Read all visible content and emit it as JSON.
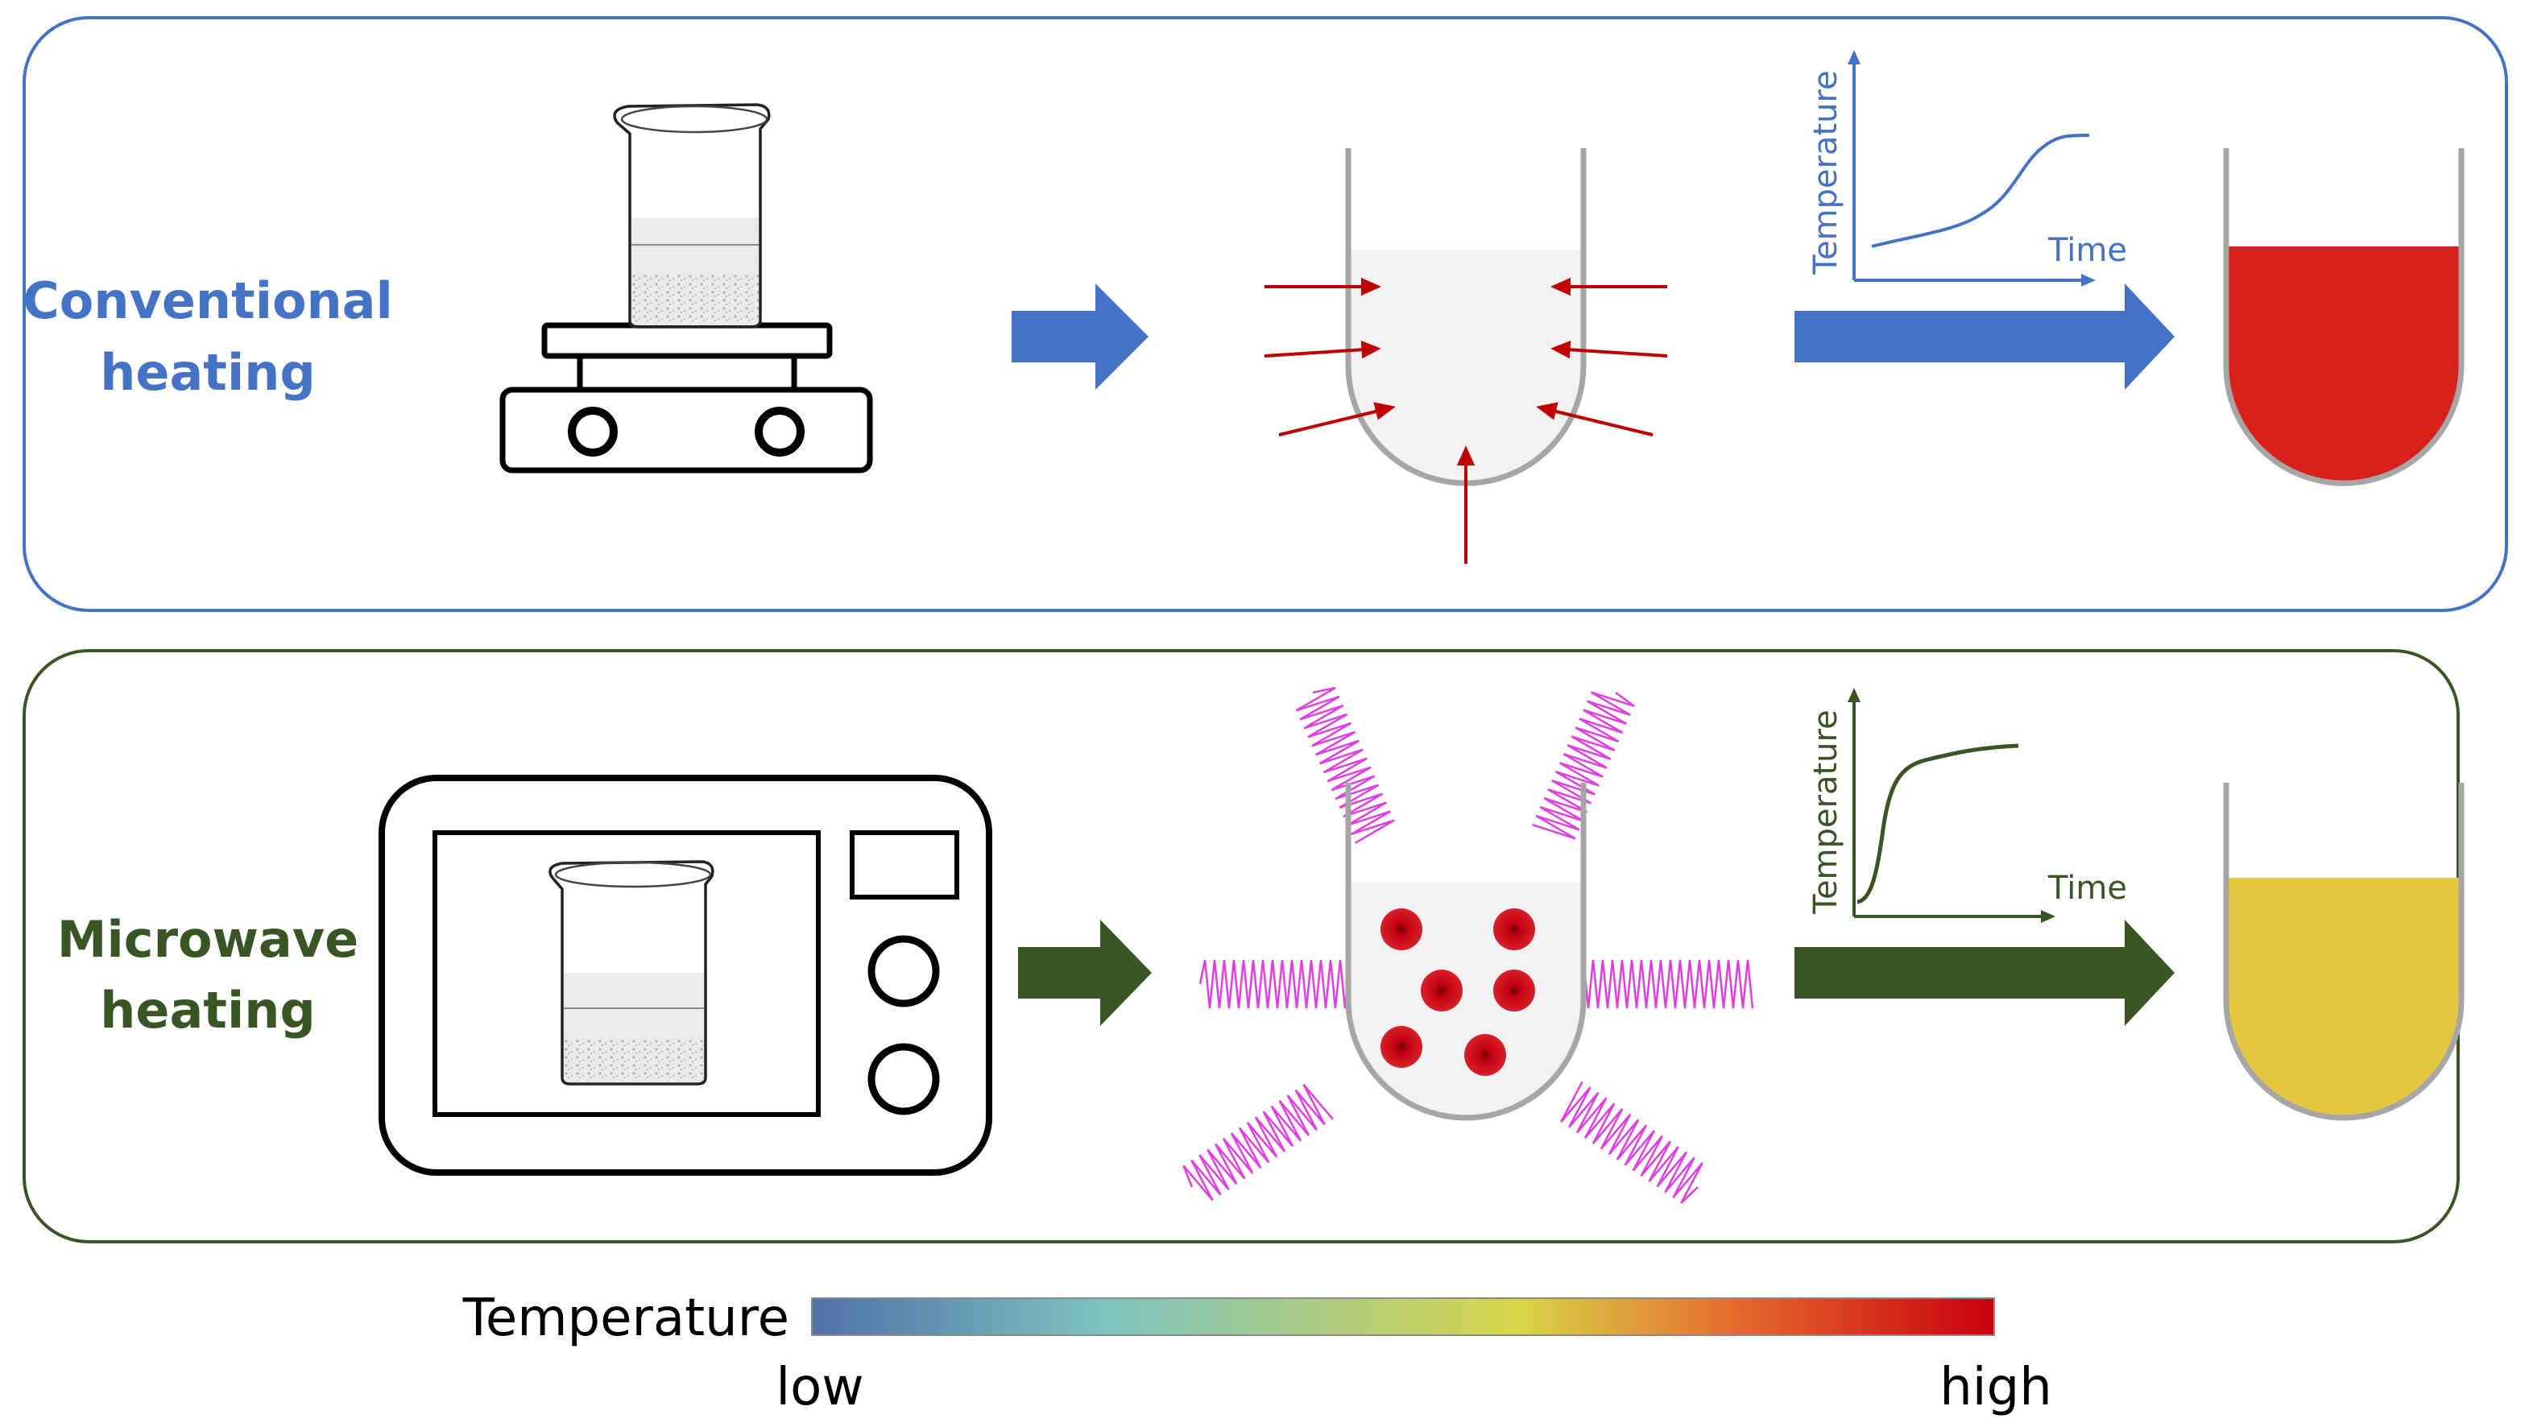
{
  "panels": {
    "conventional": {
      "title_line1": "Conventional",
      "title_line2": "heating",
      "color": "#4472C4",
      "graph": {
        "ylabel": "Temperature",
        "xlabel": "Time"
      }
    },
    "microwave": {
      "title_line1": "Microwave",
      "title_line2": "heating",
      "color": "#375623",
      "graph": {
        "ylabel": "Temperature",
        "xlabel": "Time"
      }
    }
  },
  "legend": {
    "title": "Temperature",
    "low_label": "low",
    "high_label": "high",
    "colors": [
      "#5070A8",
      "#7EC4C0",
      "#D8D548",
      "#E56B2E",
      "#C8000E"
    ]
  },
  "colors": {
    "heat_arrow": "#C00000",
    "microwave_wave": "#E040E0",
    "vessel_outline": "#A6A6A6",
    "liquid": "#F2F2F2"
  }
}
